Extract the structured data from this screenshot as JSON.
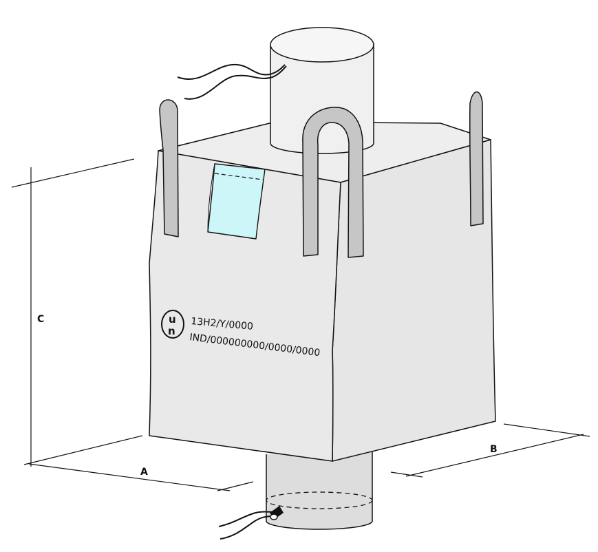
{
  "dimensions": {
    "a_label": "A",
    "b_label": "B",
    "c_label": "C"
  },
  "marking": {
    "un_symbol_top": "u",
    "un_symbol_bottom": "n",
    "line1": "13H2/Y/0000",
    "line2": "IND/000000000/0000/0000"
  },
  "colors": {
    "bag_fill": "#e9e9e9",
    "strap_fill": "#c9c9c9",
    "pocket_fill": "#ccf6f8",
    "outline": "#111111"
  }
}
